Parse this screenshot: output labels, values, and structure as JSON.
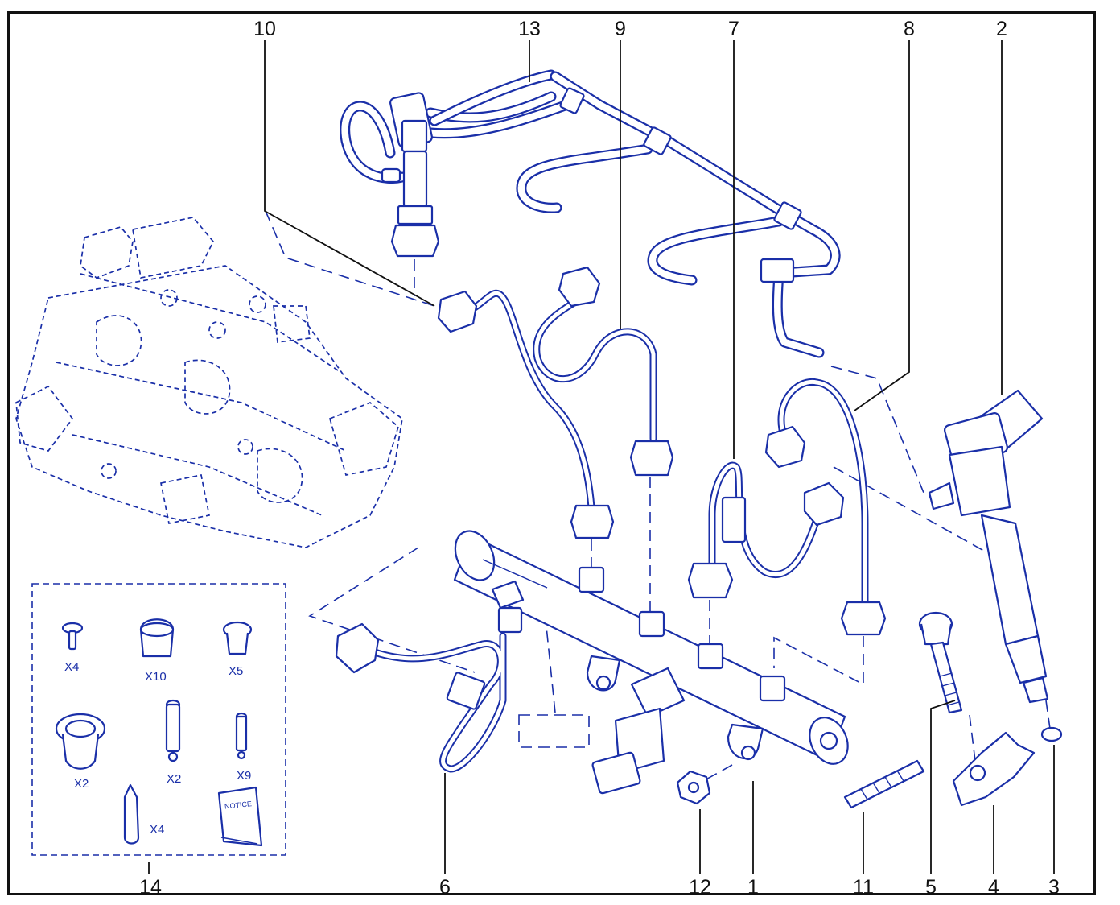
{
  "callouts": {
    "c1": "1",
    "c2": "2",
    "c3": "3",
    "c4": "4",
    "c5": "5",
    "c6": "6",
    "c7": "7",
    "c8": "8",
    "c9": "9",
    "c10": "10",
    "c11": "11",
    "c12": "12",
    "c13": "13",
    "c14": "14"
  },
  "kit": {
    "q_screw": "X4",
    "q_cap": "X10",
    "q_bush": "X5",
    "q_large_plug": "X2",
    "q_spacer": "X2",
    "q_pin": "X9",
    "q_plug": "X4",
    "notice_text": "NOTICE"
  },
  "colors": {
    "line": "#1a2fa8",
    "frame": "#111111",
    "background": "#ffffff"
  }
}
